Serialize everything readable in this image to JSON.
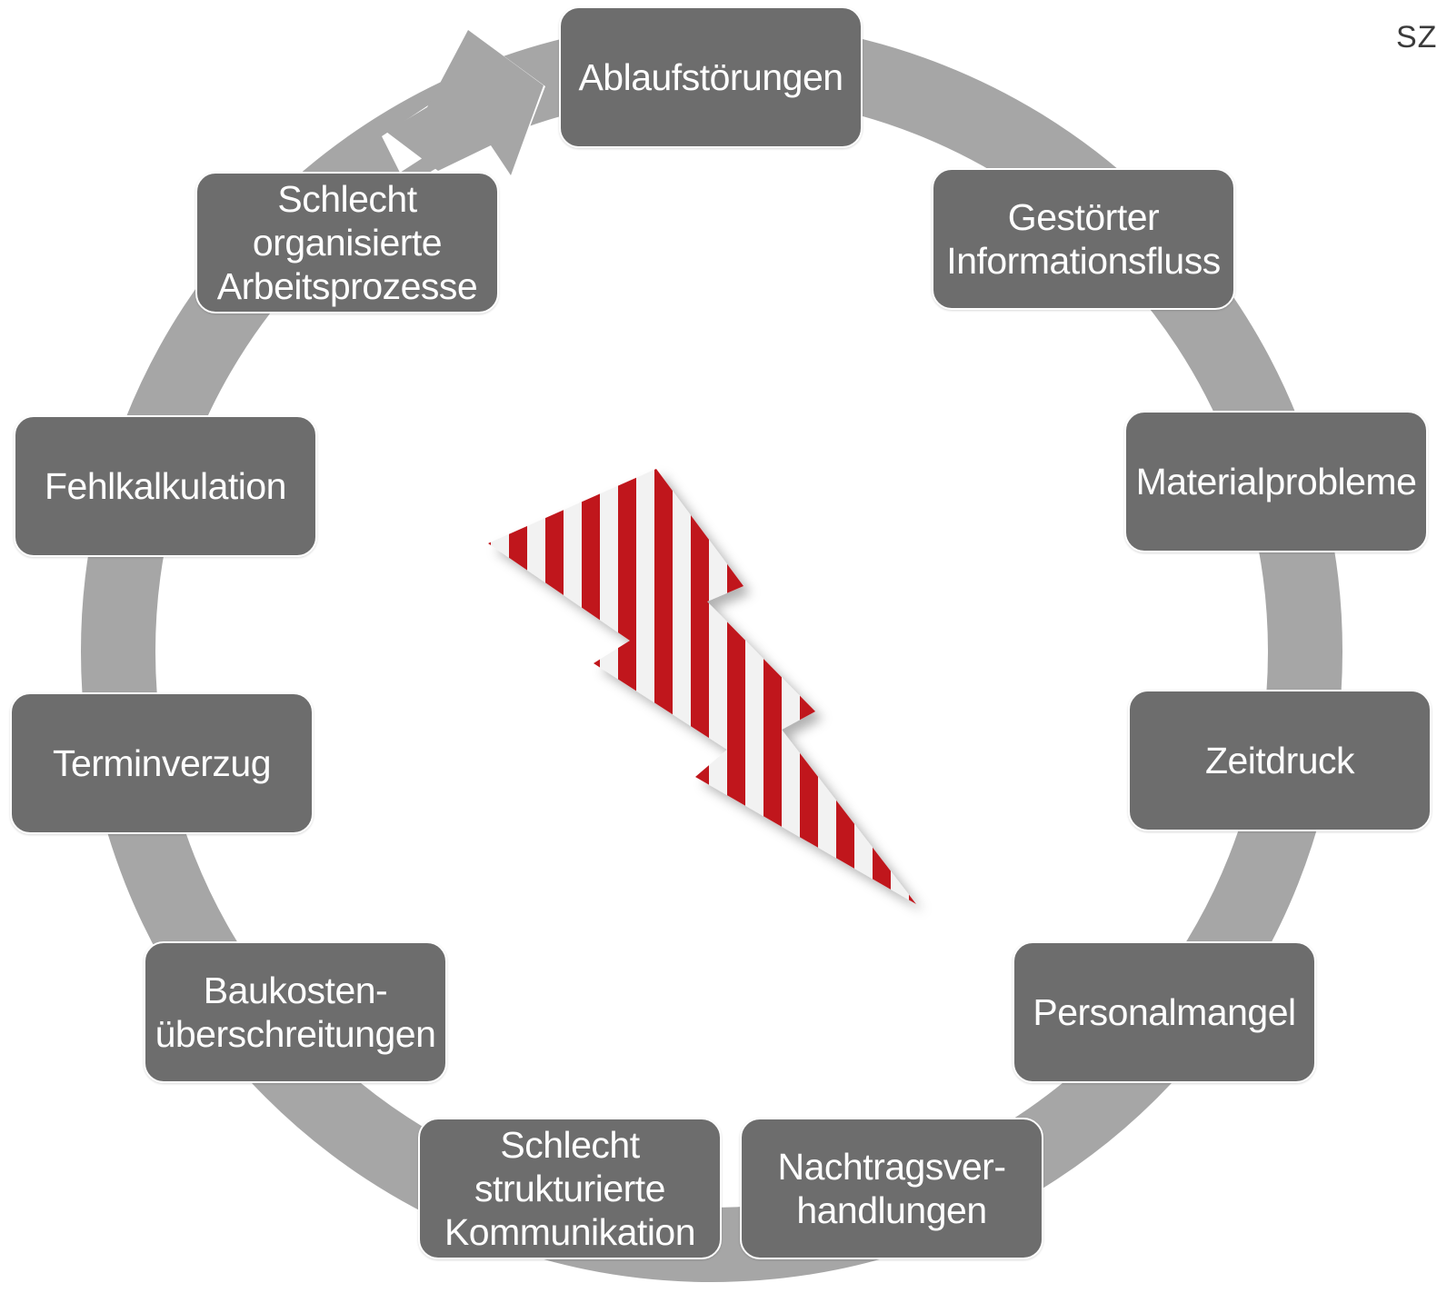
{
  "diagram": {
    "type": "cycle",
    "ring_color": "#a6a6a6",
    "node_color": "#6d6d6d",
    "node_text_color": "#ffffff",
    "arrow_direction": "clockwise",
    "center_symbol": "lightning-bolt-icon",
    "stripe_colors": [
      "#c0171d",
      "#f2f2f2"
    ],
    "nodes": [
      "Ablaufstörungen",
      "Gestörter\nInformationsfluss",
      "Materialprobleme",
      "Zeitdruck",
      "Personalmangel",
      "Nachtragsver-\nhandlungen",
      "Schlecht\nstrukturierte\nKommunikation",
      "Baukosten-\nüberschreitungen",
      "Terminverzug",
      "Fehlkalkulation",
      "Schlecht\norganisierte\nArbeitsprozesse"
    ]
  },
  "corner_text": "SZ"
}
